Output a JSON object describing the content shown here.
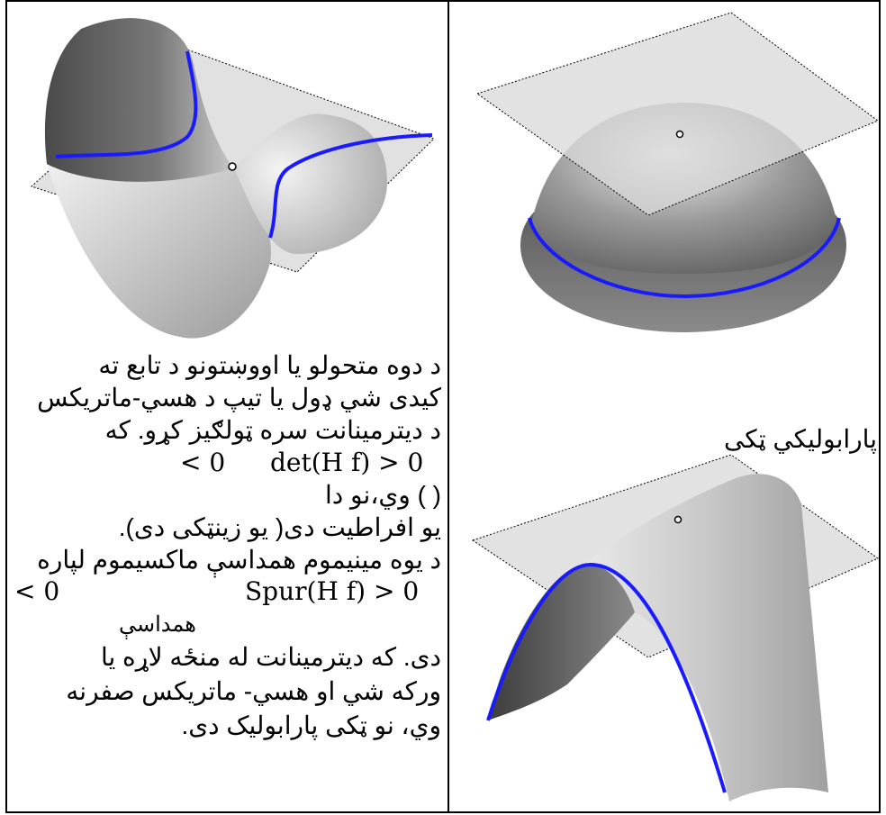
{
  "left_cell": {
    "text_lines": [
      "د دوه متحولو يا اووښتونو د تابع ته",
      "کيدی شي ډول يا تيپ د هسي-ماتريکس",
      "د ديترمينانت سره ټولګيز کړو. که",
      "",
      "(        )  وي،نو دا",
      "يو افراطيت دی( يو زينټکی دی).",
      "د يوه مينيموم همداسې ماکسيموم لپاره"
    ],
    "math1_left": "< 0",
    "math1_right": "det(H f) > 0",
    "math2_left": "< 0",
    "math2_right": "Spur(H f) > 0",
    "label_hamdasi": "همداسې",
    "text_lines_b": [
      "دی. که ديترمينانت له منځه لاړه يا",
      "ورکه شي او هسي- ماتريکس صفرنه",
      "وي، نو ټکی پارابوليک دی."
    ]
  },
  "right_cell": {
    "caption": "پارابوليکي ټکی"
  },
  "colors": {
    "curve": "#1a1aff",
    "surface_dark": "#5a5a5a",
    "surface_light": "#e6e6e6",
    "plane": "#d4d4d4"
  }
}
